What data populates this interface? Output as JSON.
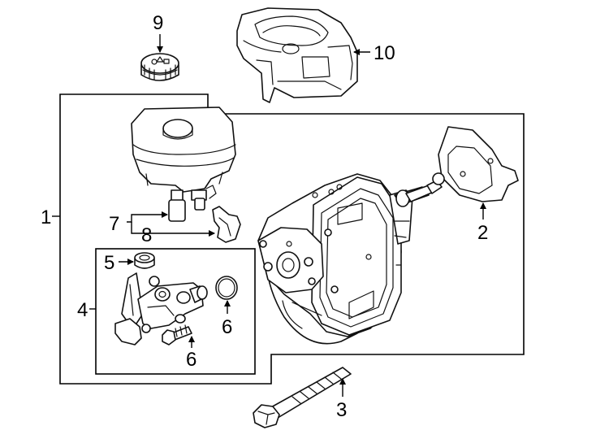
{
  "callouts": {
    "c1": "1",
    "c2": "2",
    "c3": "3",
    "c4": "4",
    "c5": "5",
    "c6a": "6",
    "c6b": "6",
    "c7": "7",
    "c8": "8",
    "c9": "9",
    "c10": "10"
  },
  "colors": {
    "line": "#111111",
    "background": "#ffffff"
  }
}
